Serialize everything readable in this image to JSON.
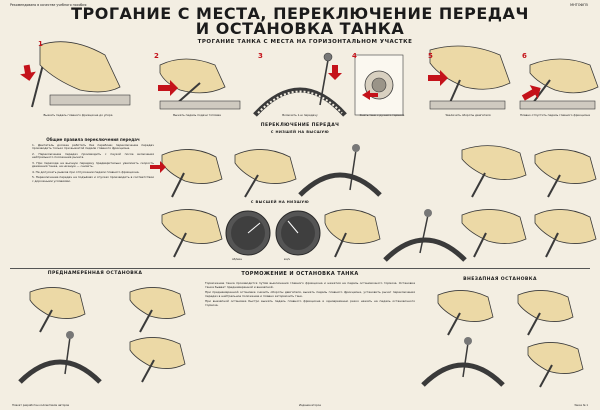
{
  "header": {
    "approval_note": "Рекомендовано в качестве учебного пособия",
    "code": "МНТОФП5"
  },
  "title": {
    "line1": "ТРОГАНИЕ С МЕСТА, ПЕРЕКЛЮЧЕНИЕ ПЕРЕДАЧ",
    "line2": "И ОСТАНОВКА ТАНКА"
  },
  "sections": {
    "start": "ТРОГАНИЕ ТАНКА С МЕСТА НА ГОРИЗОНТАЛЬНОМ УЧАСТКЕ",
    "shift": "ПЕРЕКЛЮЧЕНИЕ ПЕРЕДАЧ",
    "shift_up": "С НИЗШЕЙ НА ВЫСШУЮ",
    "shift_down": "С ВЫСШЕЙ НА НИЗШУЮ",
    "planned_stop": "ПРЕДНАМЕРЕННАЯ ОСТАНОВКА",
    "braking": "ТОРМОЖЕНИЕ И ОСТАНОВКА ТАНКА",
    "sudden_stop": "ВНЕЗАПНАЯ ОСТАНОВКА"
  },
  "general_rules": {
    "heading": "Общие правила переключения передач",
    "paragraphs": [
      "1. Двигатель должен работать без перебоев; переключение передач производить только при выжатой педали главного фрикциона.",
      "2. Переключение передач производить с паузой после включения нейтрального положения рычага.",
      "3. При переходе на высшую передачу предварительно увеличить скорость движения танка, на низшую — снизить.",
      "4. Не допускать рывков при отпускании педали главного фрикциона.",
      "5. Переключение передач на подъёмах и спусках производить в соответствии с дорожными условиями."
    ]
  },
  "braking_text": {
    "paragraphs": [
      "Торможение танка производится путём выключения главного фрикциона и нажатия на педаль остановочного тормоза. Остановка танка бывает преднамеренной и внезапной.",
      "При преднамеренной остановке снизить обороты двигателя, выжать педаль главного фрикциона, установить рычаг переключения передач в нейтральное положение и плавно затормозить танк.",
      "При внезапной остановке быстро выжать педаль главного фрикциона и одновременно резко нажать на педаль остановочного тормоза."
    ]
  },
  "footer": {
    "left": "Плакат разработан коллективом авторов",
    "center": "Издание второе",
    "right": "Заказ № 1"
  },
  "panels": [
    {
      "n": "1",
      "cap": "Выжать педаль главного фрикциона до упора"
    },
    {
      "n": "2",
      "cap": "Выжать педаль подачи топлива"
    },
    {
      "n": "3",
      "cap": "Включить 1-ю передачу"
    },
    {
      "n": "4",
      "cap": "Снять танк с ручного тормоза"
    },
    {
      "n": "5",
      "cap": "Увеличить обороты двигателя"
    },
    {
      "n": "6",
      "cap": "Плавно отпустить педаль главного фрикциона"
    }
  ],
  "gauges": [
    {
      "label": "об/мин"
    },
    {
      "label": "км/ч"
    }
  ],
  "colors": {
    "accent": "#c4121a",
    "boot": "#ecd9a6",
    "outline": "#3a3a3a"
  }
}
